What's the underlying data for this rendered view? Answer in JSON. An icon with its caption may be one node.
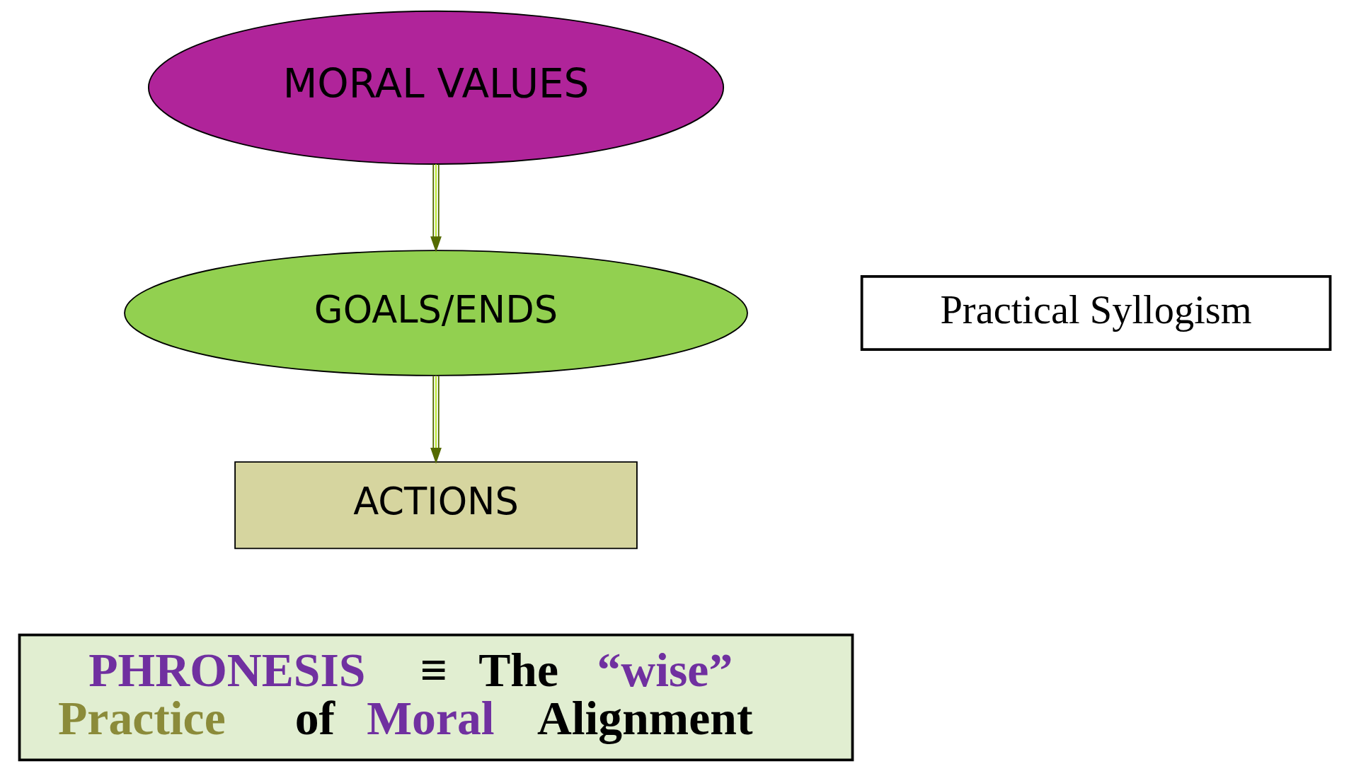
{
  "diagram": {
    "nodes": [
      {
        "text": [
          "MORAL VALUES"
        ]
      },
      {
        "text": [
          "GOALS/ENDS"
        ]
      },
      {
        "text": [
          "ACTIONS"
        ]
      },
      {
        "text": [
          "PHRONESIS ≡ The “wise” Practice of Moral Alignment"
        ]
      },
      {
        "text": [
          "Practical Syllogism"
        ]
      }
    ],
    "edges": [
      {
        "from": 0,
        "to": 1,
        "arrow": "to"
      },
      {
        "from": 1,
        "to": 2,
        "arrow": "to"
      }
    ]
  }
}
